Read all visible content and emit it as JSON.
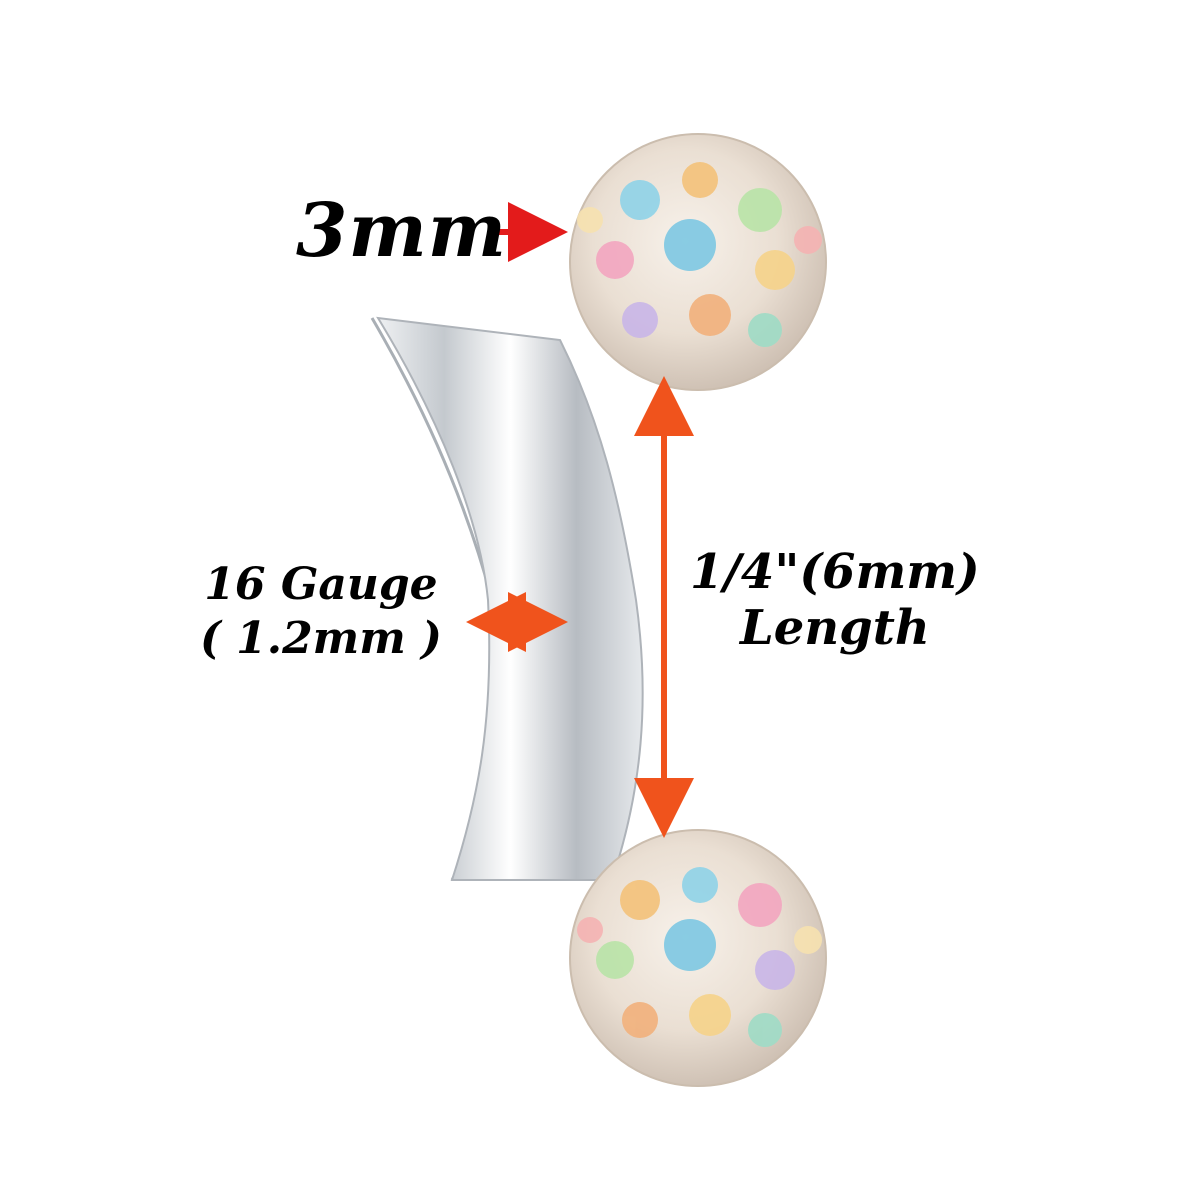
{
  "image": {
    "background": "#ffffff",
    "subject": "curved-barbell-with-crystal-ball-ends"
  },
  "labels": {
    "ball_size": "3mm",
    "gauge_line1": "16 Gauge",
    "gauge_line2": "( 1.2mm )",
    "length_line1": "1/4\"(6mm)",
    "length_line2": "Length"
  },
  "colors": {
    "ball_arrow": "#e31b1b",
    "measure_arrow": "#f0531c",
    "text": "#000000",
    "bar_steel": "#c9cdd2"
  }
}
